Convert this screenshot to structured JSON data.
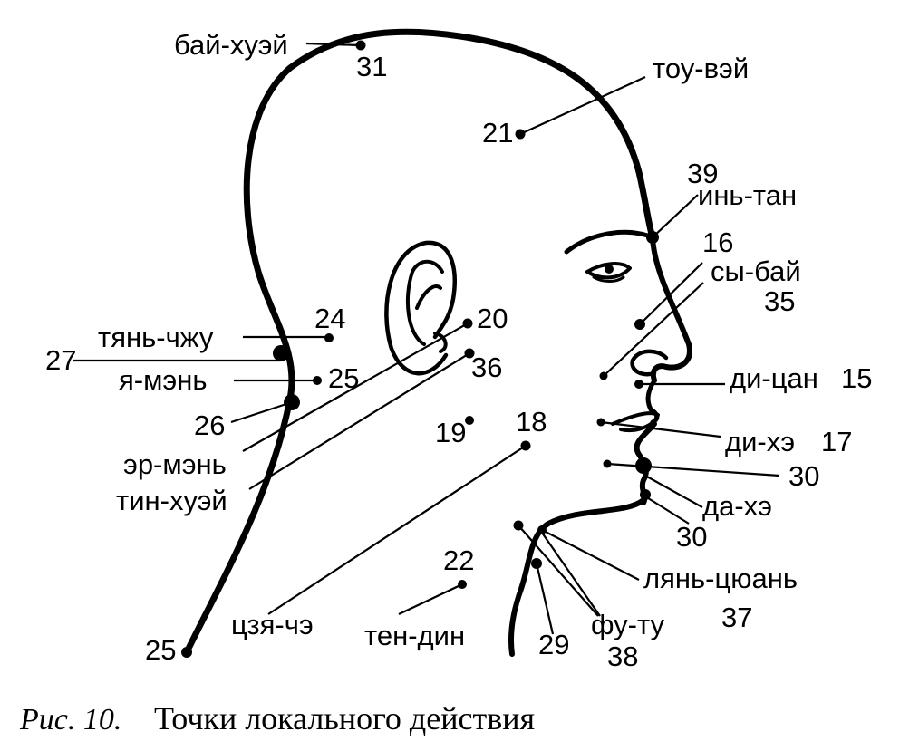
{
  "labels": {
    "bai_huei": "бай-хуэй",
    "tou_vei": "тоу-вэй",
    "in_tan": "инь-тан",
    "sy_bai": "сы-бай",
    "tian_chzhu": "тянь-чжу",
    "ya_men": "я-мэнь",
    "er_men": "эр-мэнь",
    "tin_huei": "тин-хуэй",
    "di_tsan": "ди-цан",
    "di_he": "ди-хэ",
    "da_he": "да-хэ",
    "lian_tsuan": "лянь-цюань",
    "tszya_che": "цзя-чэ",
    "ten_din": "тен-дин",
    "fu_tu": "фу-ту"
  },
  "numbers": {
    "n31": "31",
    "n21": "21",
    "n39": "39",
    "n16": "16",
    "n35": "35",
    "n24": "24",
    "n20": "20",
    "n27": "27",
    "n25a": "25",
    "n36": "36",
    "n26": "26",
    "n15": "15",
    "n19": "19",
    "n18": "18",
    "n17": "17",
    "n30a": "30",
    "n30b": "30",
    "n22": "22",
    "n37": "37",
    "n25b": "25",
    "n29": "29",
    "n38": "38"
  },
  "caption": {
    "prefix": "Рис. 10.",
    "text": "Точки локального действия"
  }
}
